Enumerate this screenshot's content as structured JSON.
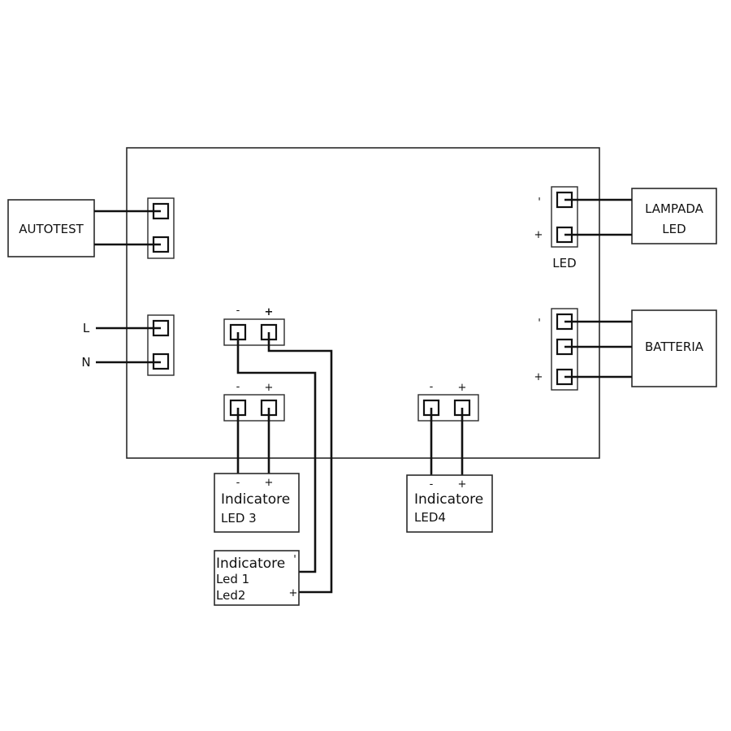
{
  "devices": {
    "autotest": "AUTOTEST",
    "lampada_line1": "LAMPADA",
    "lampada_line2": "LED",
    "batteria": "BATTERIA",
    "led3_line1": "Indicatore",
    "led3_line2": "LED 3",
    "led4_line1": "Indicatore",
    "led4_line2": "LED4",
    "led12_line1": "Indicatore",
    "led12_line2": "Led 1",
    "led12_line3": "Led2"
  },
  "inputs": {
    "line": "L",
    "neutral": "N"
  },
  "connectors": {
    "led_connector_label": "LED"
  },
  "polarity": {
    "minus": "-",
    "plus": "+",
    "tick": "'"
  },
  "colors": {
    "line": "#111111",
    "background": "#ffffff"
  }
}
